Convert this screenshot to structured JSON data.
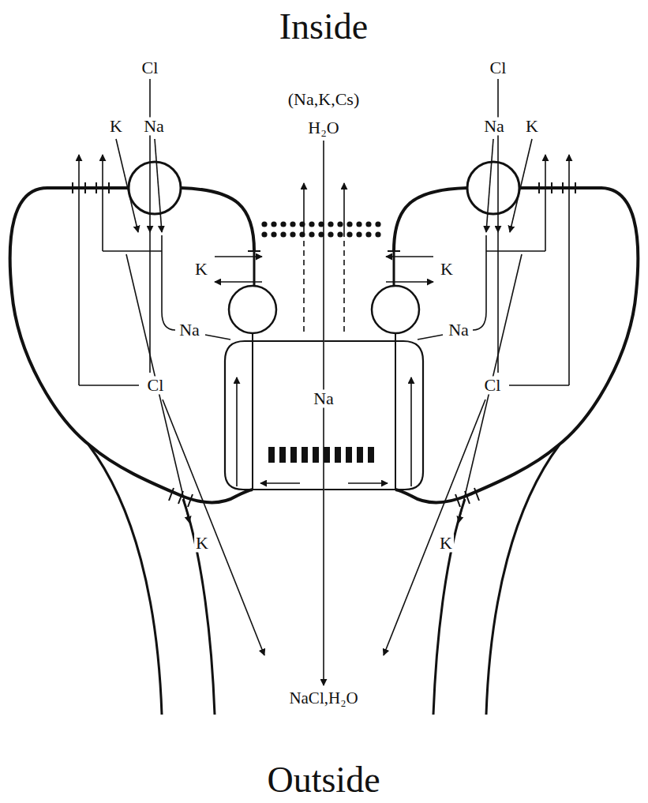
{
  "diagram": {
    "labels": [
      "Inside",
      "Cl",
      "K",
      "Na",
      "(Na,K,Cs)",
      "H₂O",
      "Cl",
      "Na",
      "K",
      "K",
      "K",
      "Na",
      "Na",
      "Cl",
      "Cl",
      "Na",
      "K",
      "K",
      "NaCl,H₂O",
      "Outside"
    ]
  }
}
